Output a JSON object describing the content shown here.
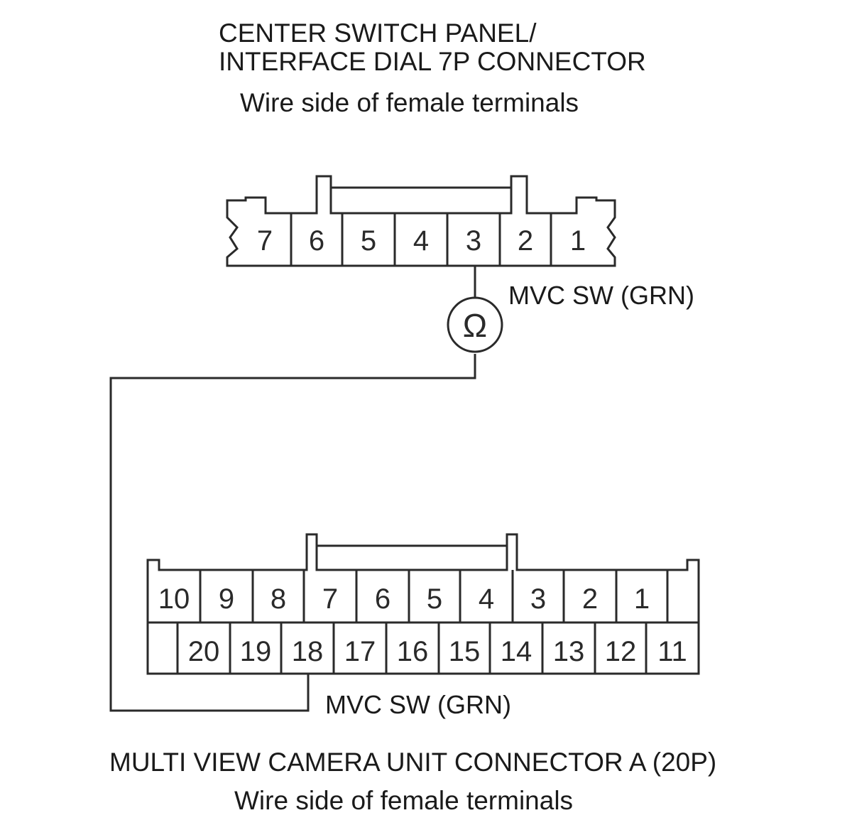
{
  "top_connector": {
    "title_line1": "CENTER SWITCH PANEL/",
    "title_line2": "INTERFACE DIAL 7P CONNECTOR",
    "subtitle": "Wire side of female terminals",
    "terminals": [
      "7",
      "6",
      "5",
      "4",
      "3",
      "2",
      "1"
    ]
  },
  "wire_labels": {
    "top": "MVC SW (GRN)",
    "bottom": "MVC SW (GRN)"
  },
  "meter": {
    "symbol": "Ω",
    "icon": "ohmmeter-icon"
  },
  "bottom_connector": {
    "title": "MULTI VIEW CAMERA UNIT CONNECTOR A (20P)",
    "subtitle": "Wire side of female terminals",
    "top_row": [
      "10",
      "9",
      "8",
      "7",
      "6",
      "5",
      "4",
      "3",
      "2",
      "1",
      ""
    ],
    "bottom_row": [
      "",
      "20",
      "19",
      "18",
      "17",
      "16",
      "15",
      "14",
      "13",
      "12",
      "11"
    ]
  },
  "probe_terminals": {
    "top": "3",
    "bottom": "18"
  },
  "colors": {
    "line": "#2a2a2a",
    "background": "#ffffff"
  }
}
